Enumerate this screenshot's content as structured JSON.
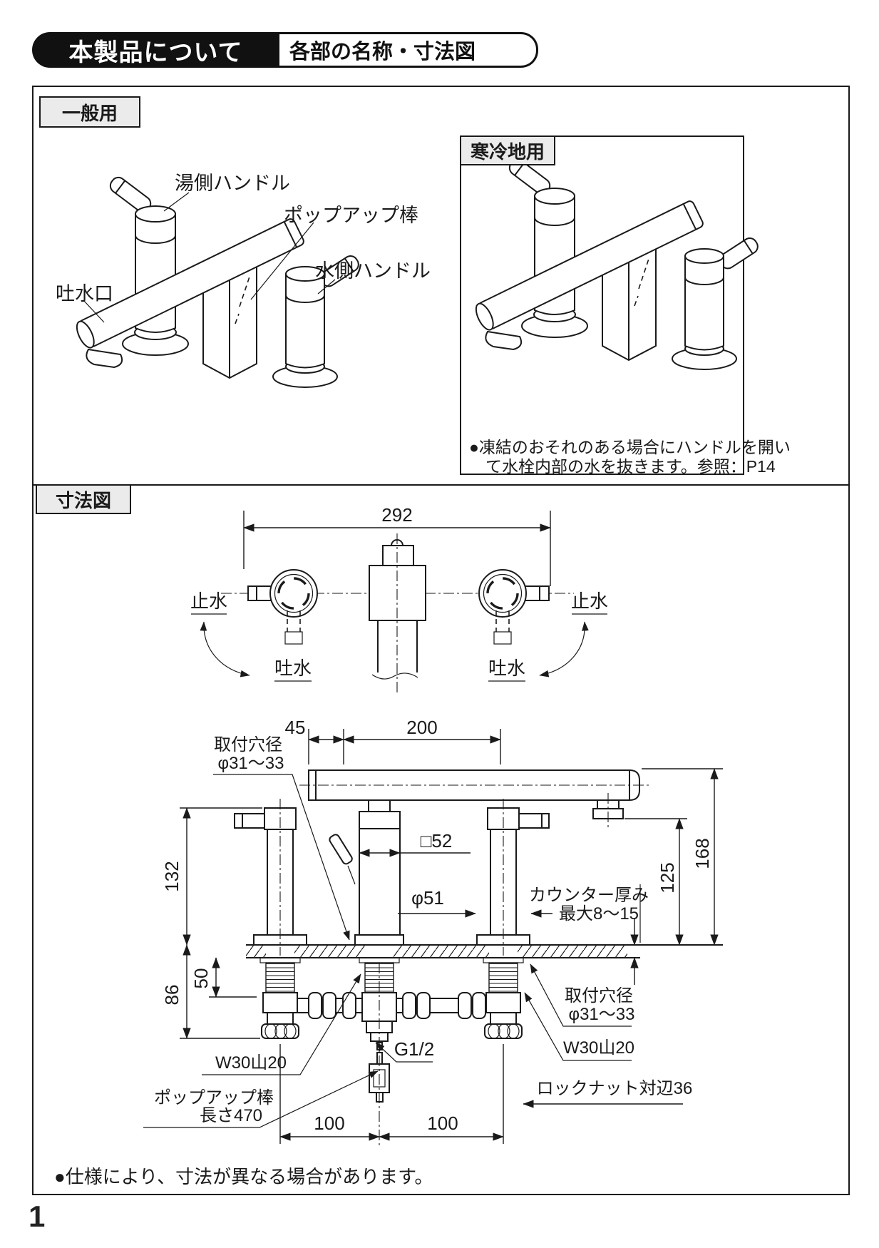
{
  "header": {
    "title_main": "本製品について",
    "title_sub": "各部の名称・寸法図"
  },
  "sections": {
    "general_label": "一般用",
    "cold_label": "寒冷地用",
    "dim_label": "寸法図"
  },
  "general_parts": {
    "hot_handle": "湯側ハンドル",
    "popup_rod": "ポップアップ棒",
    "cold_handle": "水側ハンドル",
    "spout": "吐水口"
  },
  "cold_note": {
    "line1": "●凍結のおそれのある場合にハンドルを開い",
    "line2": "て水栓内部の水を抜きます。参照：P14"
  },
  "dims": {
    "w292": "292",
    "shisui": "止水",
    "tosui": "吐水",
    "d45": "45",
    "d200": "200",
    "mount_hole_1": "取付穴径",
    "mount_hole_2": "φ31～33",
    "sq52": "□52",
    "dia51": "φ51",
    "counter_1": "カウンター厚み",
    "counter_2": "最大8～15",
    "d132": "132",
    "d125": "125",
    "d168": "168",
    "d50": "50",
    "d86": "86",
    "w30_left": "W30山20",
    "g12": "G1/2",
    "w30_right": "W30山20",
    "mount_hole_r1": "取付穴径",
    "mount_hole_r2": "φ31～33",
    "locknut": "ロックナット対辺36",
    "popup_1": "ポップアップ棒",
    "popup_2": "長さ470",
    "d100a": "100",
    "d100b": "100"
  },
  "footer": {
    "note": "●仕様により、寸法が異なる場合があります。",
    "page_number": "1"
  }
}
